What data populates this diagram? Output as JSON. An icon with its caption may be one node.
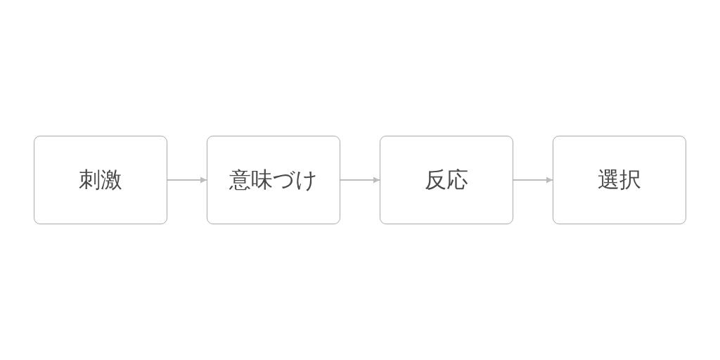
{
  "diagram": {
    "nodes": [
      {
        "text": [
          "刺激"
        ]
      },
      {
        "text": [
          "意味づけ"
        ]
      },
      {
        "text": [
          "反応"
        ]
      },
      {
        "text": [
          "選択"
        ]
      }
    ],
    "edges": [
      {
        "from": 0,
        "to": 1,
        "arrow": "to"
      },
      {
        "from": 1,
        "to": 2,
        "arrow": "to"
      },
      {
        "from": 2,
        "to": 3,
        "arrow": "to"
      }
    ]
  }
}
